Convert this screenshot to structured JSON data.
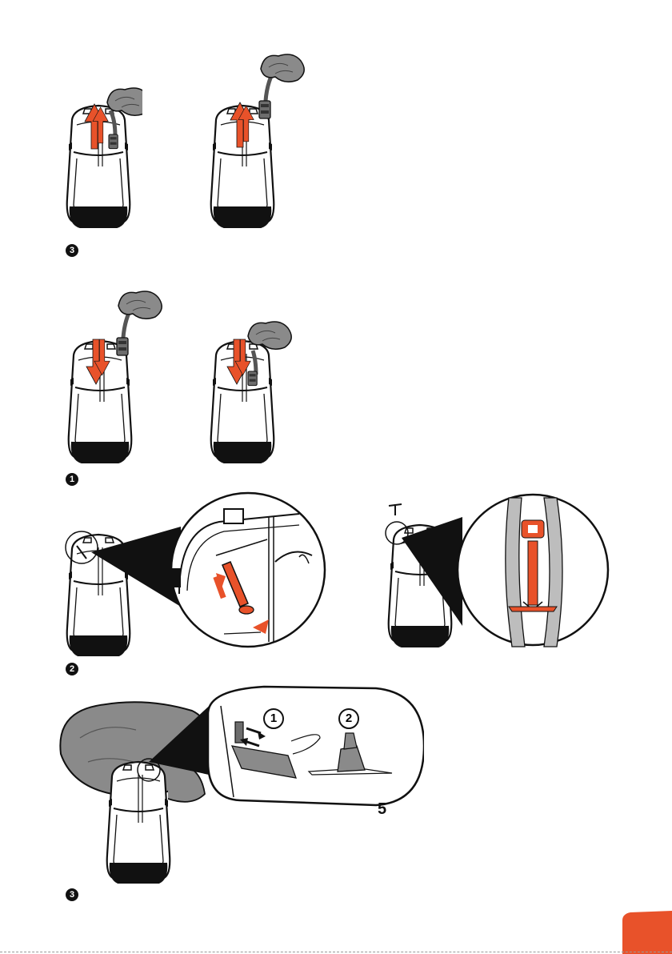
{
  "steps": {
    "row1_badge": "3",
    "row2_badge": "1",
    "row3_badge": "2",
    "row4_badge": "3"
  },
  "detail_labels": {
    "sub_step_1": "1",
    "sub_step_2": "2"
  },
  "page_number": "5",
  "colors": {
    "accent": "#e8522a",
    "ink": "#111111",
    "fill_gray": "#8a8a8a",
    "light_gray": "#bdbdbd"
  },
  "icons": [
    "backpack-illustration",
    "airbag-illustration",
    "up-arrow-icon",
    "down-arrow-icon",
    "magnifier-callout"
  ]
}
